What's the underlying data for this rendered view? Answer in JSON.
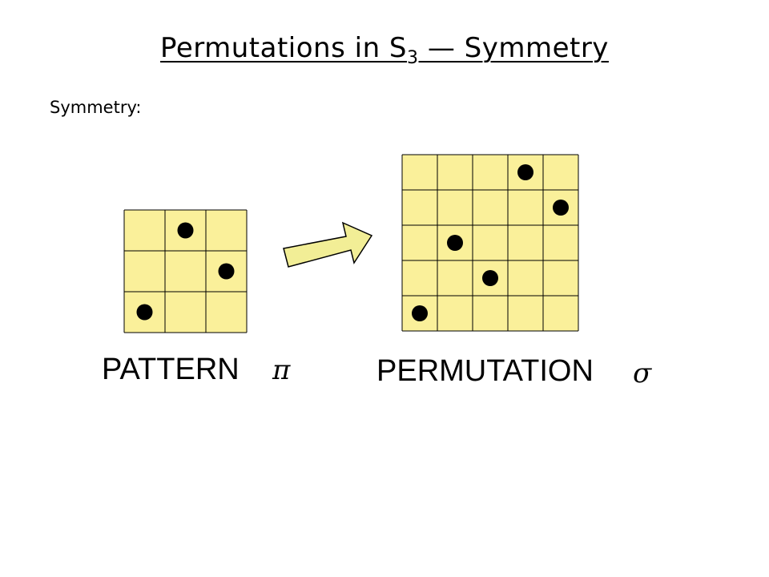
{
  "title": {
    "main": "Permutations in S",
    "subscript": "3",
    "suffix": " — Symmetry"
  },
  "subtitle": "Symmetry:",
  "pattern": {
    "label": "PATTERN",
    "symbol": "π",
    "size": 3,
    "points": [
      [
        1,
        1
      ],
      [
        2,
        3
      ],
      [
        3,
        2
      ]
    ]
  },
  "permutation": {
    "label": "PERMUTATION",
    "symbol": "σ",
    "size": 5,
    "points": [
      [
        1,
        1
      ],
      [
        2,
        3
      ],
      [
        3,
        2
      ],
      [
        4,
        5
      ],
      [
        5,
        4
      ]
    ]
  },
  "colors": {
    "cell_fill": "#FAF09A",
    "grid_line": "#000000",
    "dot": "#000000",
    "arrow_fill": "#F2EE96"
  }
}
